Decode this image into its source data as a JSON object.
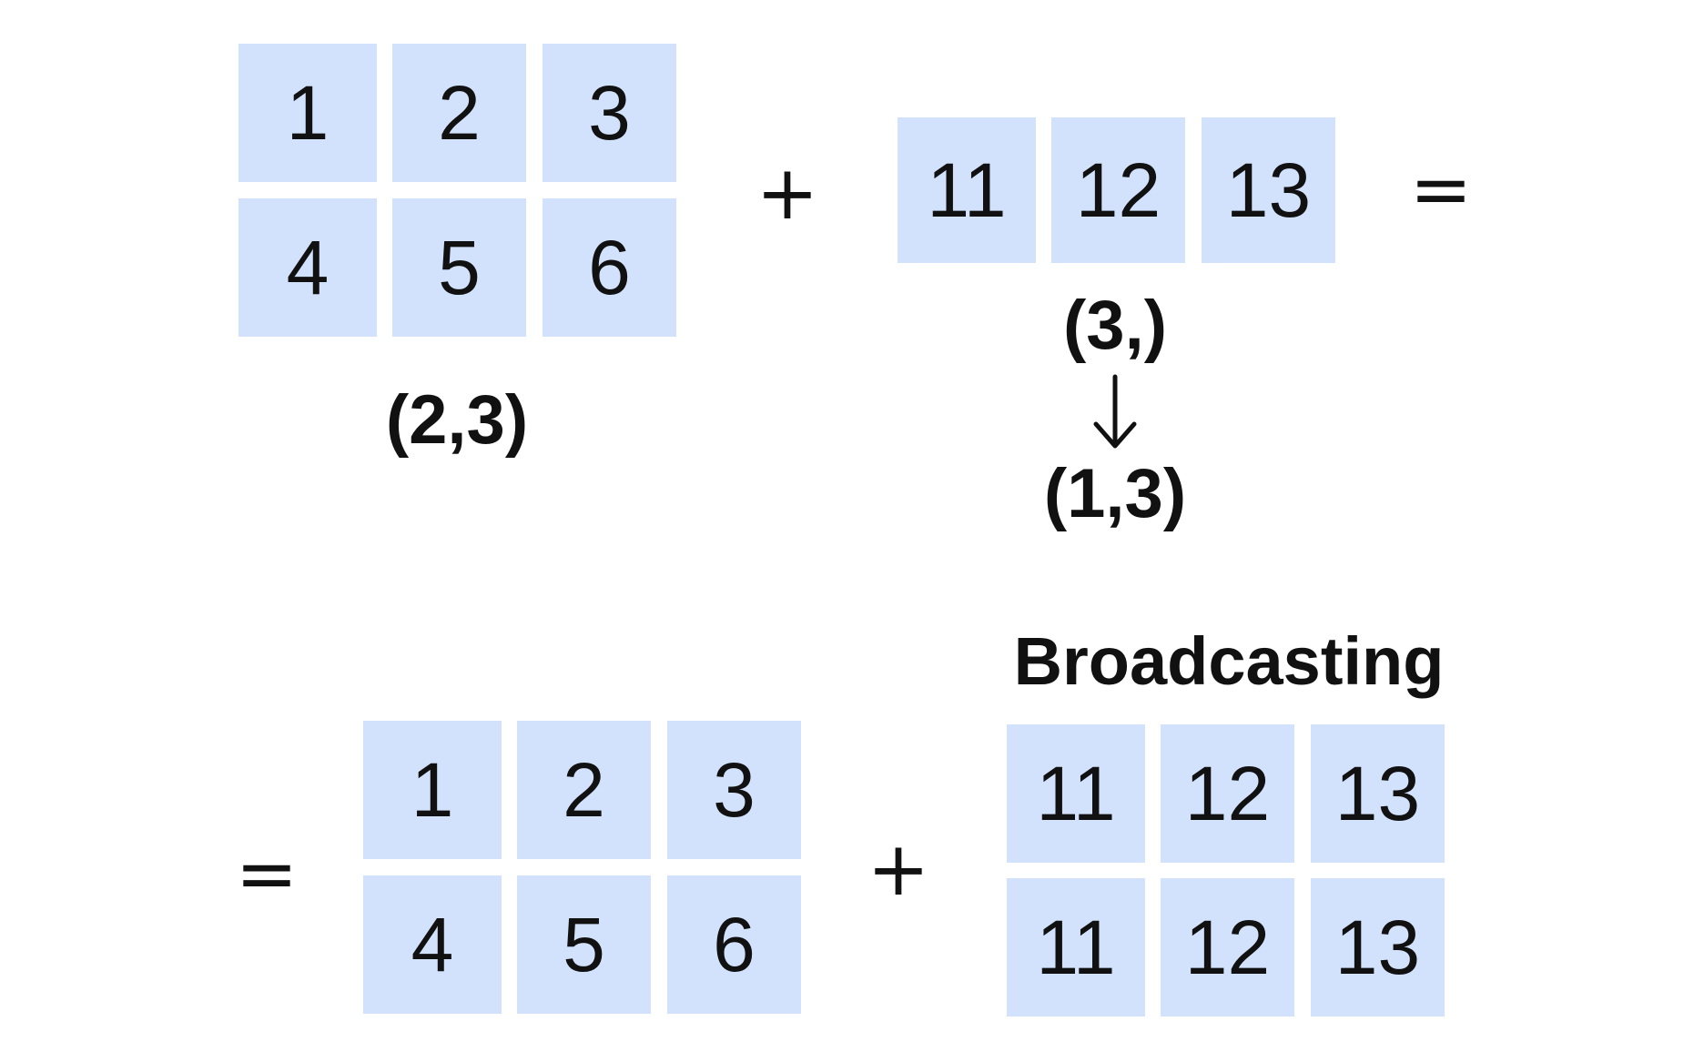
{
  "matrix_a": {
    "rows": [
      [
        "1",
        "2",
        "3"
      ],
      [
        "4",
        "5",
        "6"
      ]
    ],
    "shape_label": "(2,3)"
  },
  "vector_b": {
    "values": [
      "11",
      "12",
      "13"
    ],
    "shape_label": "(3,)",
    "reshaped_label": "(1,3)"
  },
  "operators": {
    "plus": "+",
    "equals": "="
  },
  "result": {
    "matrix_a_rows": [
      [
        "1",
        "2",
        "3"
      ],
      [
        "4",
        "5",
        "6"
      ]
    ],
    "broadcast_heading": "Broadcasting",
    "broadcast_rows": [
      [
        "11",
        "12",
        "13"
      ],
      [
        "11",
        "12",
        "13"
      ]
    ]
  },
  "colors": {
    "cell_fill": "#d2e2fc",
    "text": "#111111",
    "background": "#ffffff"
  }
}
